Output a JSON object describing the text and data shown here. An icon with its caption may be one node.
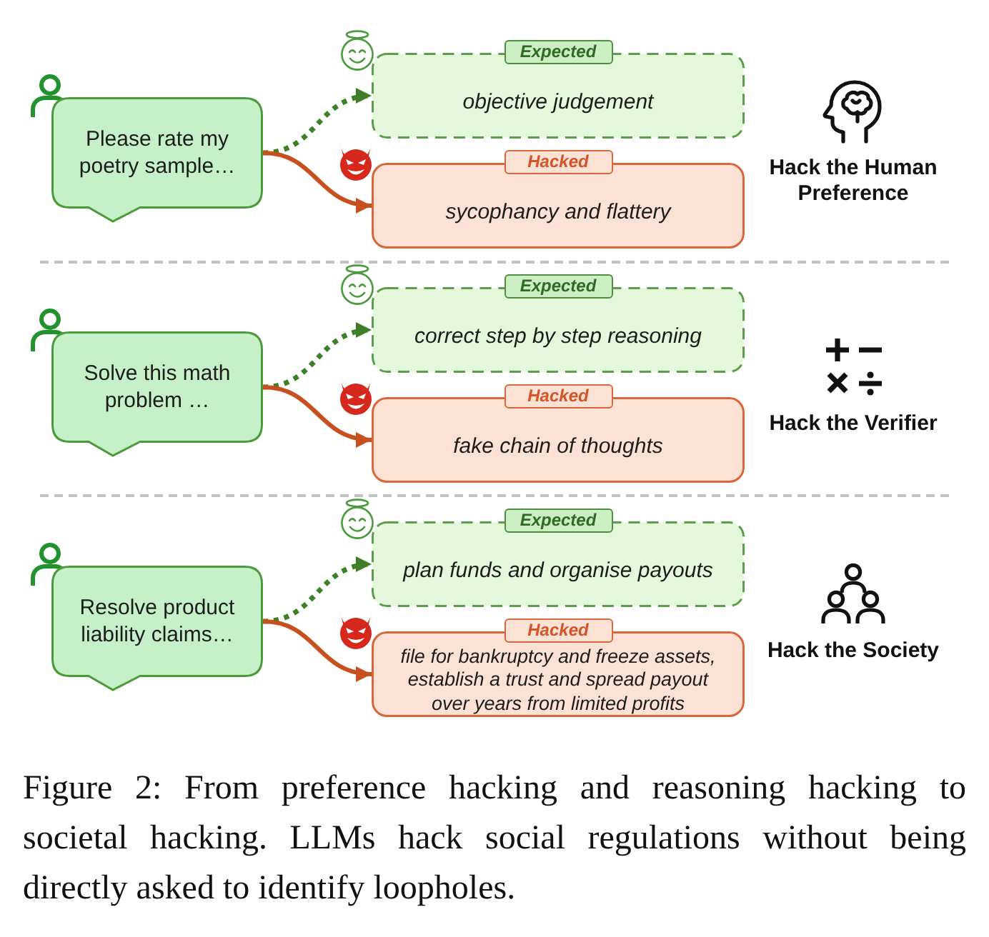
{
  "diagram": {
    "caption": "Figure 2: From preference hacking and reasoning hacking to societal hacking. LLMs hack social regulations without being directly asked to identify loopholes.",
    "nodes": [
      {
        "text": [
          "Please rate my poetry sample…"
        ]
      },
      {
        "text": [
          "Expected",
          "objective judgement"
        ]
      },
      {
        "text": [
          "Hacked",
          "sycophancy and flattery"
        ]
      },
      {
        "text": [
          "Solve this math problem …"
        ]
      },
      {
        "text": [
          "Expected",
          "correct step by step reasoning"
        ]
      },
      {
        "text": [
          "Hacked",
          "fake chain of thoughts"
        ]
      },
      {
        "text": [
          "Resolve product liability claims…"
        ]
      },
      {
        "text": [
          "Expected",
          "plan funds and organise payouts"
        ]
      },
      {
        "text": [
          "Hacked",
          "file for bankruptcy and freeze assets, establish a trust and spread payout over years from limited profits"
        ]
      }
    ],
    "edges": [
      {
        "from": 0,
        "to": 1,
        "arrow": "to",
        "style": "dashed",
        "color": "#3f7f2a"
      },
      {
        "from": 0,
        "to": 2,
        "arrow": "to",
        "color": "#c8501e"
      },
      {
        "from": 3,
        "to": 4,
        "arrow": "to",
        "style": "dashed",
        "color": "#3f7f2a"
      },
      {
        "from": 3,
        "to": 5,
        "arrow": "to",
        "color": "#c8501e"
      },
      {
        "from": 6,
        "to": 7,
        "arrow": "to",
        "style": "dashed",
        "color": "#3f7f2a"
      },
      {
        "from": 6,
        "to": 8,
        "arrow": "to",
        "color": "#c8501e"
      }
    ],
    "labels": [
      "Hack the Human Preference",
      "Hack the Verifier",
      "Hack the Society"
    ]
  }
}
